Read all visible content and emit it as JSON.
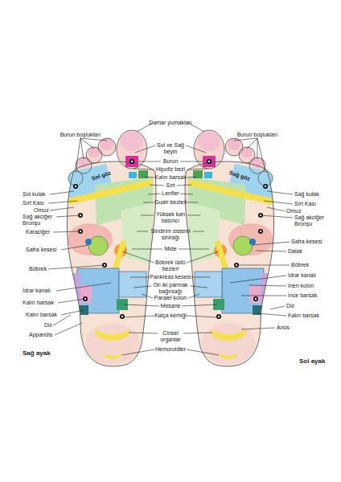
{
  "diagram": {
    "labels": [
      "Damar yumakları",
      "Burun boşlukları",
      "Burun boşlukları",
      "Sol ve Sağ beyin",
      "Burun",
      "Hipofiz bezi",
      "Kalın barsak",
      "Sırt",
      "Lenfler",
      "Guatr bezleri",
      "Yüksek kan basıncı",
      "Sindirim sistemi sinirağı",
      "Mide",
      "Böbrek üstü bezleri",
      "Pankreas kesesi",
      "On iki parmak bağırsağı",
      "Paralel kolon",
      "Mesane",
      "Kalça kemiği",
      "Cinsel organlar",
      "Hemoroidler",
      "Sol kulak",
      "Sırt Kası",
      "Omuz",
      "Sağ akciğer Bronşu",
      "Karaciğer",
      "Safra kesesi",
      "Böbrek",
      "İdrar kanalı",
      "Kalın barsak",
      "Kalın barsak",
      "Diz",
      "Appandis",
      "Sağ kulak",
      "Sırt Kası",
      "Omuz",
      "Sağ akciğer Bronşu",
      "Safra kesesi",
      "Dalak",
      "Böbrek",
      "İdrar kanalı",
      "İnen kolon",
      "İnce barsak",
      "Diz",
      "Kalın barsak",
      "Anüs",
      "Sol göz",
      "Sağ göz",
      "Sağ ayak",
      "Sol ayak"
    ]
  }
}
